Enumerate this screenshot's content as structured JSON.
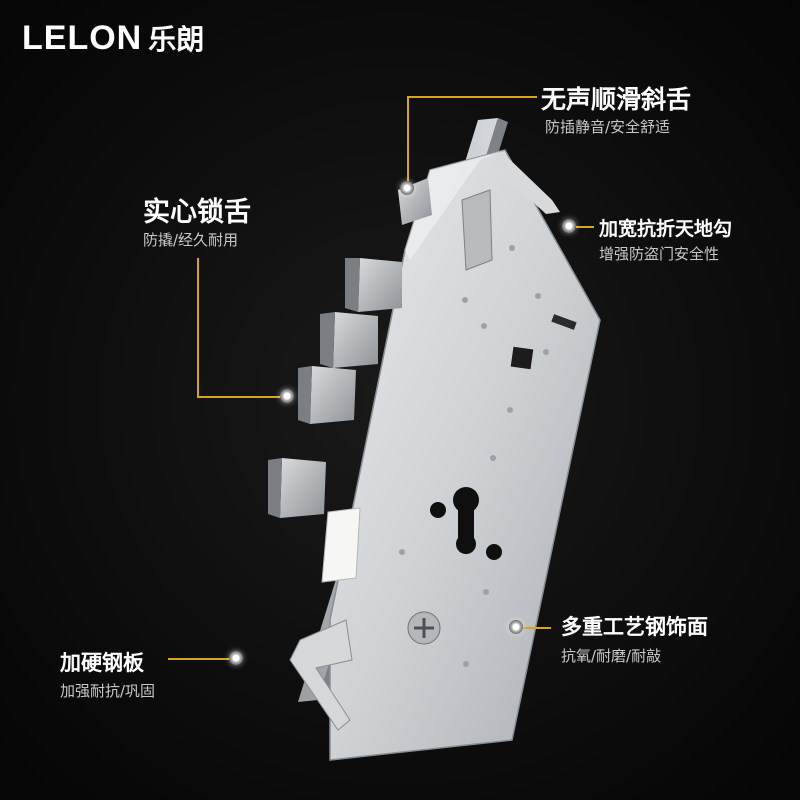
{
  "brand": {
    "name_en": "LELON",
    "name_cn": "乐朗"
  },
  "callouts": {
    "latch": {
      "title": "无声顺滑斜舌",
      "subtitle": "防插静音/安全舒适"
    },
    "bolt": {
      "title": "实心锁舌",
      "subtitle": "防撬/经久耐用"
    },
    "hook": {
      "title": "加宽抗折天地勾",
      "subtitle": "增强防盗门安全性"
    },
    "plate": {
      "title": "加硬钢板",
      "subtitle": "加强耐抗/巩固"
    },
    "finish": {
      "title": "多重工艺钢饰面",
      "subtitle": "抗氧/耐磨/耐敲"
    }
  },
  "colors": {
    "accent_line": "#d8a51a",
    "background": "#0b0b0b",
    "steel": "#c9cccf"
  }
}
